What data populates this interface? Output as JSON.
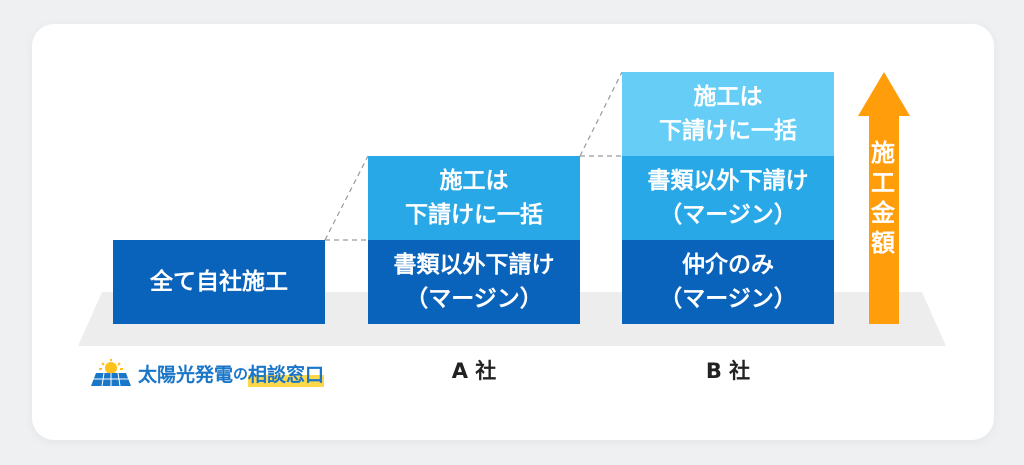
{
  "columns": [
    {
      "name": "self",
      "label": "",
      "blocks": [
        {
          "text": [
            "全て自社施工"
          ],
          "color": "#0a63bb"
        }
      ]
    },
    {
      "name": "a",
      "label": "A 社",
      "blocks": [
        {
          "text": [
            "書類以外下請け",
            "（マージン）"
          ],
          "color": "#0a63bb"
        },
        {
          "text": [
            "施工は",
            "下請けに一括"
          ],
          "color": "#29a8e8"
        }
      ]
    },
    {
      "name": "b",
      "label": "B 社",
      "blocks": [
        {
          "text": [
            "仲介のみ",
            "（マージン）"
          ],
          "color": "#0a63bb"
        },
        {
          "text": [
            "書類以外下請け",
            "（マージン）"
          ],
          "color": "#29a8e8"
        },
        {
          "text": [
            "施工は",
            "下請けに一括"
          ],
          "color": "#66cdf7"
        }
      ]
    }
  ],
  "arrow": {
    "label": "施工金額",
    "chars": [
      "施",
      "工",
      "金",
      "額"
    ],
    "color": "#ff9d0a"
  },
  "logo": {
    "main": "太陽光発電",
    "no": "の",
    "sub": "相談窓口"
  }
}
